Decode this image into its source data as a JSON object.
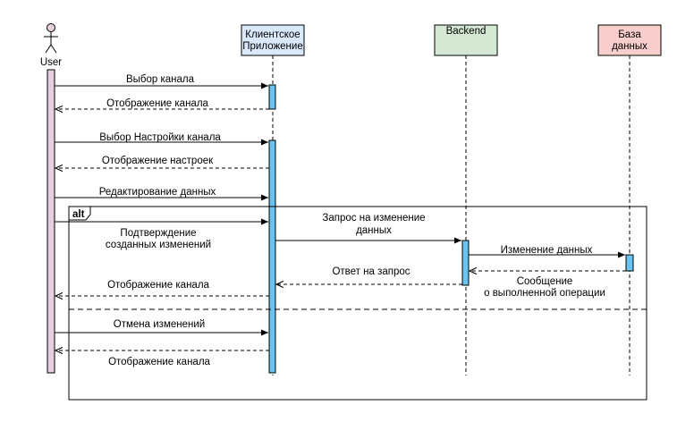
{
  "actor": {
    "label": "User"
  },
  "participants": [
    {
      "id": "client",
      "label_line1": "Клиентское",
      "label_line2": "Приложение",
      "color": "#dae8fc"
    },
    {
      "id": "backend",
      "label_line1": "Backend",
      "label_line2": "",
      "color": "#d5e8d4"
    },
    {
      "id": "db",
      "label_line1": "База",
      "label_line2": "данных",
      "color": "#f8cecc"
    }
  ],
  "colors": {
    "actor_activation": "#e6d0de",
    "activation": "#6ac4ef",
    "stroke": "#000000"
  },
  "fragment": {
    "label": "alt"
  },
  "messages": [
    {
      "text": "Выбор канала",
      "text2": "",
      "style": "sync"
    },
    {
      "text": "Отображение канала",
      "text2": "",
      "style": "return"
    },
    {
      "text": "Выбор Настройки канала",
      "text2": "",
      "style": "sync"
    },
    {
      "text": "Отображение настроек",
      "text2": "",
      "style": "return"
    },
    {
      "text": "Редактирование данных",
      "text2": "",
      "style": "sync"
    },
    {
      "text": "Подтверждение",
      "text2": "созданных изменений",
      "style": "sync"
    },
    {
      "text": "Запрос на изменение",
      "text2": "данных",
      "style": "sync"
    },
    {
      "text": "Изменение данных",
      "text2": "",
      "style": "sync"
    },
    {
      "text": "Сообщение",
      "text2": "о выполненной операции",
      "style": "return"
    },
    {
      "text": "Ответ на запрос",
      "text2": "",
      "style": "return"
    },
    {
      "text": "Отображение канала",
      "text2": "",
      "style": "return"
    },
    {
      "text": "Отмена изменений",
      "text2": "",
      "style": "sync"
    },
    {
      "text": "Отображение канала",
      "text2": "",
      "style": "return"
    }
  ]
}
